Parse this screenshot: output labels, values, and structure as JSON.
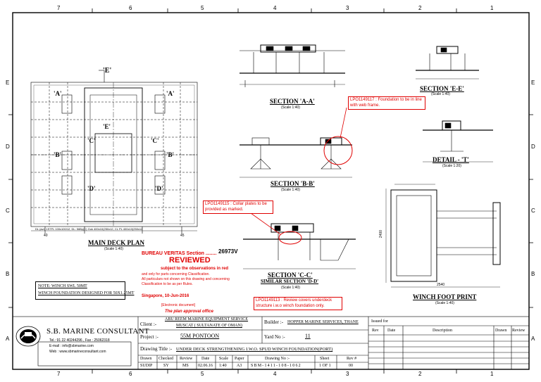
{
  "zones_top": [
    "7",
    "6",
    "5",
    "4",
    "3",
    "2",
    "1"
  ],
  "zones_side": [
    "E",
    "D",
    "C",
    "B",
    "A"
  ],
  "drawing": {
    "main_deck_plan": "MAIN DECK PLAN",
    "main_deck_scale": "(Scale 1:40)",
    "section_aa": "SECTION 'A-A'",
    "section_aa_scale": "(Scale 1:40)",
    "section_bb": "SECTION 'B-B'",
    "section_bb_scale": "(Scale 1:40)",
    "section_cc": "SECTION 'C-C'",
    "section_dd": "SIMILAR SECTION 'D-D'",
    "section_cc_scale": "(Scale 1:40)",
    "section_ee": "SECTION 'E-E'",
    "section_ee_scale": "(Scale 1:40)",
    "detail_t": "DETAIL - 'T'",
    "detail_t_scale": "(Scale 1:20)",
    "winch_foot": "WINCH FOOT PRINT",
    "winch_foot_scale": "(Scale 1:40)",
    "marker_e": "'E'",
    "marker_a": "'A'",
    "marker_b": "'B'",
    "marker_c": "'C'",
    "marker_d": "'D'",
    "dim_2540": "2540",
    "dim_2400": "2400",
    "frame_40": "40",
    "frame_45": "45",
    "bottom_note": "DL (avr) 1STFL 100x100/12, DL: 56By(C) Gok 400x10(250x12, CL PL 400x10(250x12",
    "note_line1": "NOTE: WINCH SWL 50MT",
    "note_line2": "WINCH FOUNDATION DESIGNED FOR 50X1.25MT"
  },
  "review": {
    "bureau": "BUREAU VERITAS Section ........",
    "section_no": "26973V",
    "reviewed": "REVIEWED",
    "subject": "subject to the observations in red",
    "line1": "and only for parts concerning Classification.",
    "line2": "All particulars not shown on this drawing and concerning",
    "line3": "Classification to be as per Rules.",
    "place_date": "Singapore, 10-Jun-2016",
    "electronic": "[Electronic document]",
    "approval": "The plan approval office"
  },
  "comments": {
    "c1": "LPO1149117 : Foundation to be in line with web frame.",
    "c2": "LPO1149115 : Collar plates to be provided as marked.",
    "c3": "LPO1149113 : Review covers underdeck structure i.w.o winch foundation only."
  },
  "title_block": {
    "company": "S.B. MARINE CONSULTANT",
    "tel": "Tel.: 91 22 40244296 , Fax : 25062318",
    "email": "E-mail : info@sbmarine.com",
    "web": "Web : www.sbmarineconsultant.com",
    "client_label": "Client :-",
    "client_line1": "ABU REEM MARINE EQUIPMENT SERVICE",
    "client_line2": "MUSCAT ( SULTANATE OF OMAN)",
    "builder_label": "Builder :-",
    "builder": "HOPPER MARINE SERVICES, THANE",
    "project_label": "Project :-",
    "project": "55M PONTOON",
    "yard_label": "Yard No :-",
    "yard": "11",
    "drawing_title_label": "Drawing Title :-",
    "drawing_title": "UNDER DECK STRENGTHENING I.W.O. SPUD WINCH FOUNDATION(PORT)",
    "headers": [
      "Drawn",
      "Checked",
      "Review",
      "Date",
      "Scale",
      "Paper",
      "Drawing No :-",
      "Sheet",
      "Rev #"
    ],
    "values": [
      "SUDIP",
      "SY",
      "MS",
      "02.06.16",
      "1:40",
      "A3",
      "SBM-1411-108-1062",
      "1 OF 1",
      "00"
    ],
    "issued_for": "Issued for",
    "rev_headers": [
      "Rev",
      "Date",
      "Description",
      "Drawn",
      "Review"
    ]
  }
}
